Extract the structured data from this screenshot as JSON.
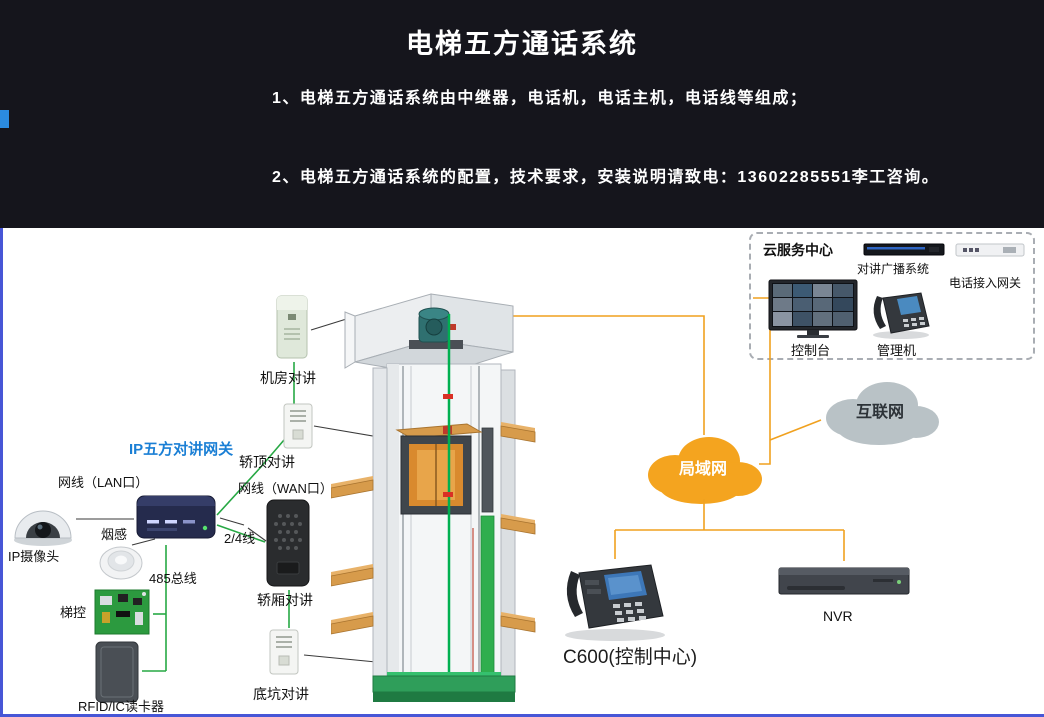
{
  "header": {
    "title": "电梯五方通话系统",
    "line1": "1、电梯五方通话系统由中继器，电话机，电话主机，电话线等组成；",
    "line2": "2、电梯五方通话系统的配置，技术要求，安装说明请致电：13602285551李工咨询。"
  },
  "diagram": {
    "labels": {
      "machine_room_intercom": "机房对讲",
      "car_top_intercom": "轿顶对讲",
      "ip_gateway": "IP五方对讲网关",
      "lan_cable": "网线（LAN口）",
      "wan_cable": "网线（WAN口）",
      "wire_24": "2/4线",
      "ip_camera": "IP摄像头",
      "smoke_sensor": "烟感",
      "bus_485": "485总线",
      "elevator_control": "梯控",
      "rfid_reader": "RFID/IC读卡器",
      "car_intercom": "轿厢对讲",
      "pit_intercom": "底坑对讲",
      "cloud_center": "云服务中心",
      "broadcast_system": "对讲广播系统",
      "phone_access_gateway": "电话接入网关",
      "console": "控制台",
      "management_phone": "管理机",
      "internet": "互联网",
      "lan": "局域网",
      "control_center": "C600(控制中心)",
      "nvr": "NVR"
    },
    "colors": {
      "header_bg": "#15151c",
      "accent_blue_text": "#1a7fd5",
      "lan_cloud": "#f4a41f",
      "internet_cloud": "#b9c2c6",
      "line_orange": "#f0a11f",
      "line_green": "#27a844",
      "border_blue": "#4756d6"
    }
  }
}
